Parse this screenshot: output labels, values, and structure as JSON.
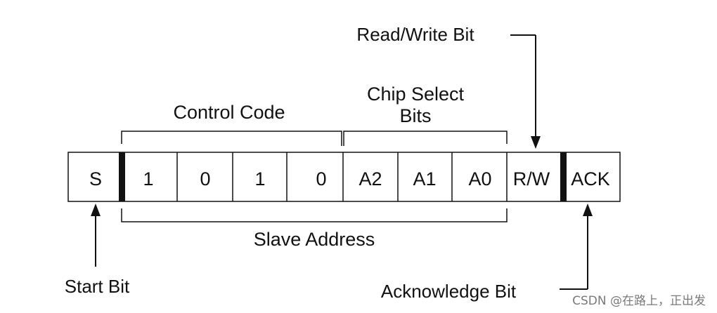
{
  "labels": {
    "read_write_bit": "Read/Write Bit",
    "chip_select_line1": "Chip Select",
    "chip_select_line2": "Bits",
    "control_code": "Control Code",
    "slave_address": "Slave Address",
    "start_bit": "Start Bit",
    "acknowledge_bit": "Acknowledge Bit"
  },
  "cells": [
    "S",
    "1",
    "0",
    "1",
    "0",
    "A2",
    "A1",
    "A0",
    "R/W",
    "ACK"
  ],
  "watermark": "CSDN @在路上，正出发"
}
